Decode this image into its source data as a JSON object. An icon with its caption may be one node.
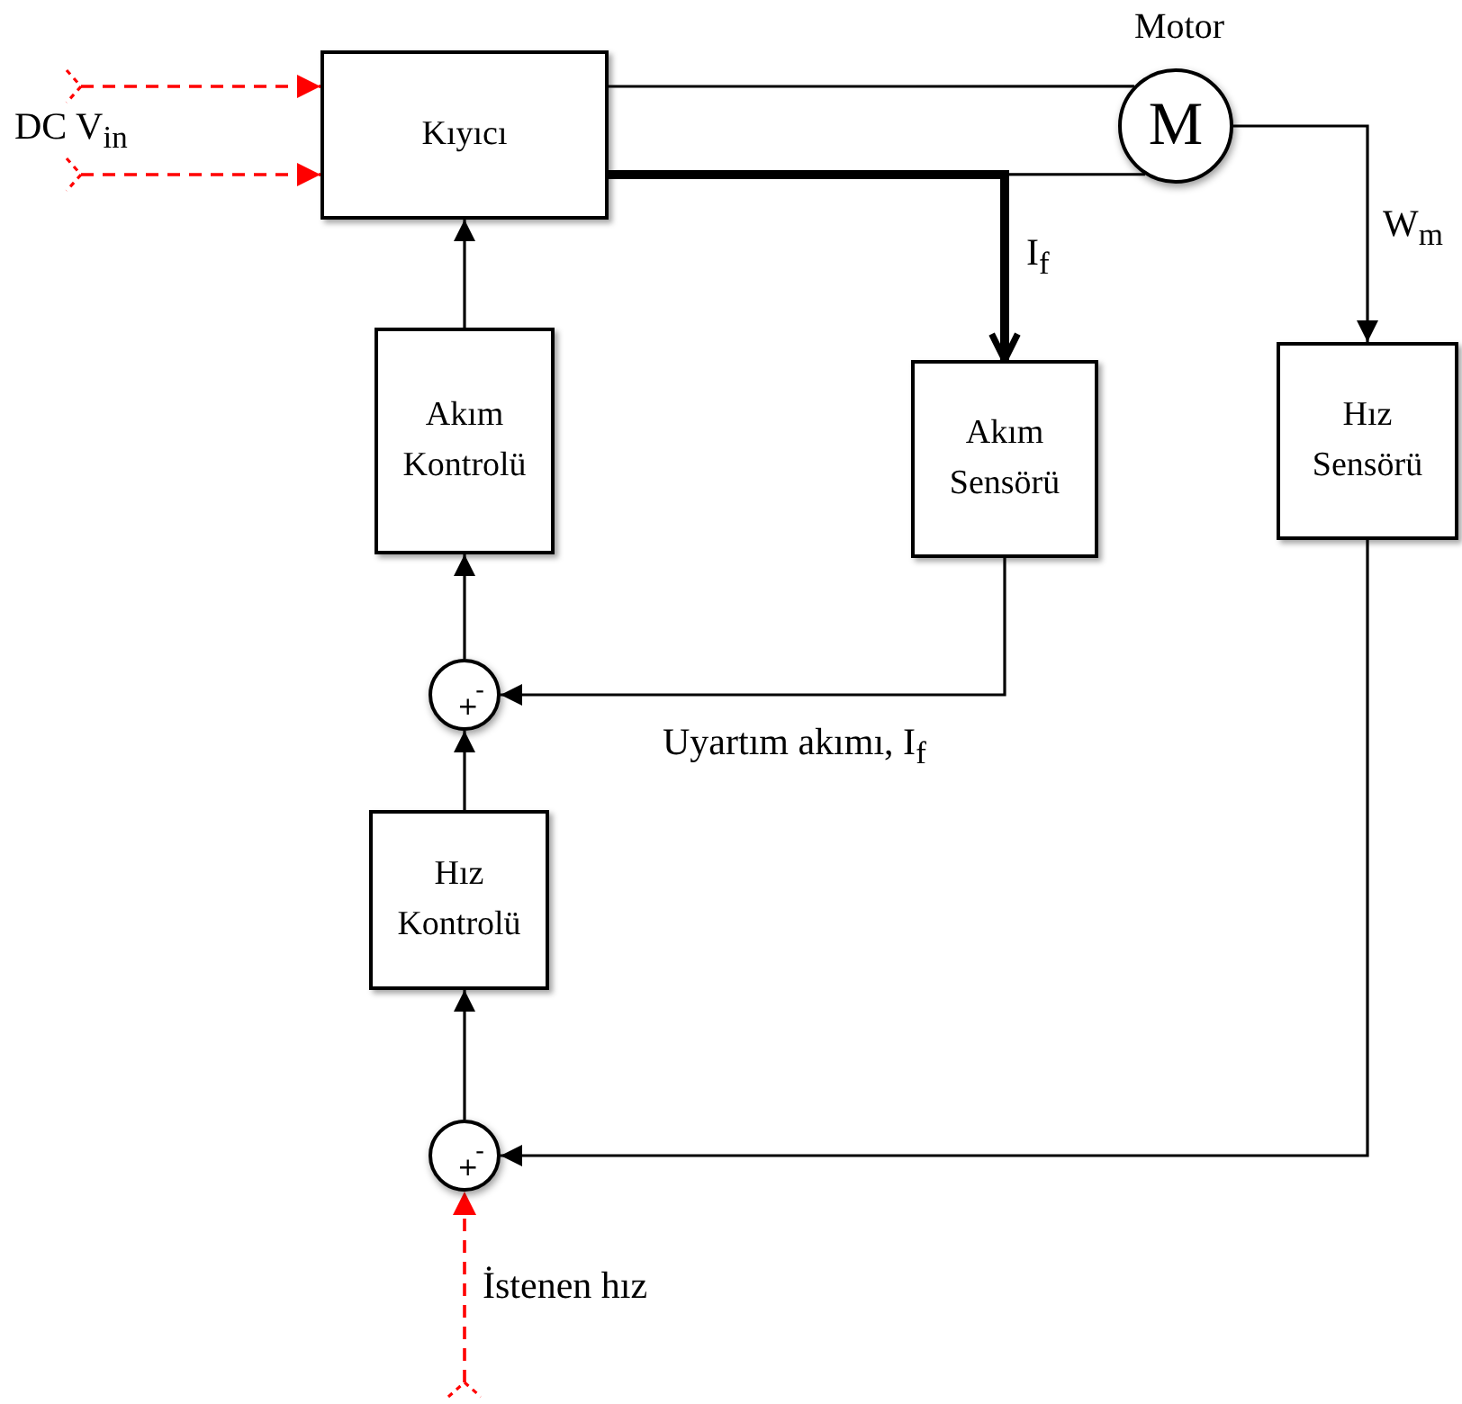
{
  "diagram": {
    "nodes": [
      {
        "text": [
          "Kıyıcı"
        ]
      },
      {
        "text": [
          "M"
        ],
        "beside": [
          "Motor"
        ]
      },
      {
        "text": [
          "Akım Kontrolü"
        ]
      },
      {
        "text": [
          "Akım Sensörü"
        ]
      },
      {
        "text": [
          "Hız Sensörü"
        ]
      },
      {
        "text": [
          "-",
          "+"
        ]
      },
      {
        "text": [
          "Hız Kontrolü"
        ]
      },
      {
        "text": [
          "-",
          "+"
        ]
      },
      {
        "text": [
          "DC V$_{in}$"
        ]
      }
    ],
    "edges": [
      {
        "from": 8,
        "to": 0,
        "arrow": "to",
        "style": "dashed",
        "color": "#ff0000"
      },
      {
        "from": 8,
        "to": 0,
        "arrow": "to",
        "style": "dashed",
        "color": "#ff0000"
      },
      {
        "from": 0,
        "to": 1,
        "arrow": "none"
      },
      {
        "from": 0,
        "to": 1,
        "arrow": "none"
      },
      {
        "from": 0,
        "to": 3,
        "arrow": "to",
        "style": "thick",
        "label": "I$_{f}$"
      },
      {
        "from": 1,
        "to": 4,
        "arrow": "to",
        "label": "W$_{m}$"
      },
      {
        "from": 2,
        "to": 0,
        "arrow": "to"
      },
      {
        "from": 3,
        "to": 5,
        "arrow": "to",
        "label": "Uyartım akımı, I$_{f}$"
      },
      {
        "from": 5,
        "to": 2,
        "arrow": "to"
      },
      {
        "from": 6,
        "to": 5,
        "arrow": "to"
      },
      {
        "from": 7,
        "to": 6,
        "arrow": "to"
      },
      {
        "from": 4,
        "to": 7,
        "arrow": "to"
      },
      {
        "from": null,
        "to": 7,
        "arrow": "to",
        "style": "dashed",
        "color": "#ff0000",
        "label": "İstenen hız"
      }
    ]
  }
}
